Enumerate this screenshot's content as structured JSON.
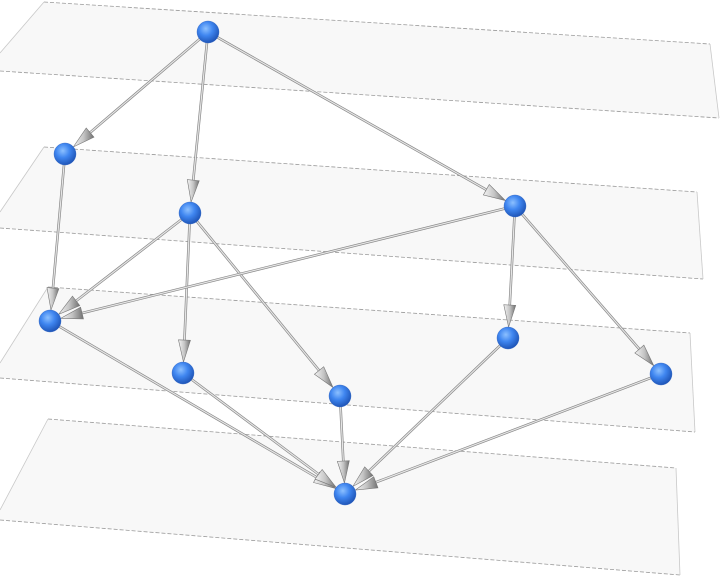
{
  "diagram": {
    "type": "layered-directed-graph-3d",
    "layers": [
      {
        "id": "layer-1",
        "nodes": [
          "a"
        ]
      },
      {
        "id": "layer-2",
        "nodes": [
          "b",
          "c",
          "d"
        ]
      },
      {
        "id": "layer-3",
        "nodes": [
          "e",
          "f",
          "g",
          "h",
          "i"
        ]
      },
      {
        "id": "layer-4",
        "nodes": [
          "j"
        ]
      }
    ],
    "edges": [
      [
        "a",
        "b"
      ],
      [
        "a",
        "c"
      ],
      [
        "a",
        "d"
      ],
      [
        "b",
        "e"
      ],
      [
        "c",
        "e"
      ],
      [
        "c",
        "f"
      ],
      [
        "c",
        "g"
      ],
      [
        "d",
        "e"
      ],
      [
        "d",
        "h"
      ],
      [
        "d",
        "i"
      ],
      [
        "e",
        "j"
      ],
      [
        "f",
        "j"
      ],
      [
        "g",
        "j"
      ],
      [
        "h",
        "j"
      ],
      [
        "i",
        "j"
      ]
    ],
    "colors": {
      "node": "#3f86f0",
      "edge": "#b8b8b8",
      "plane_fill": "#f8f8f8",
      "plane_edge": "#9a9a9a"
    }
  }
}
